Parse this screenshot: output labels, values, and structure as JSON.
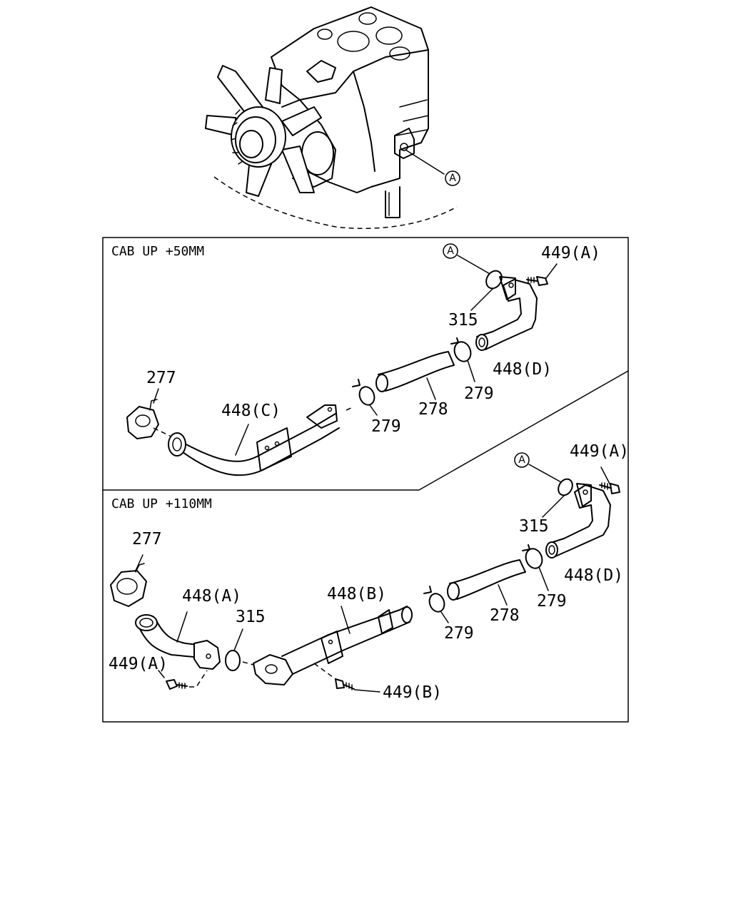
{
  "engine": {
    "ref_marker": "A"
  },
  "section_50": {
    "title": "CAB UP +50MM",
    "ref_marker": "A",
    "labels": {
      "p449a": "449(A)",
      "p315": "315",
      "p448d": "448(D)",
      "p279b": "279",
      "p278": "278",
      "p279a": "279",
      "p448c": "448(C)",
      "p277": "277"
    }
  },
  "section_110": {
    "title": "CAB UP +110MM",
    "ref_marker": "A",
    "labels": {
      "p449a_top": "449(A)",
      "p315_top": "315",
      "p448d": "448(D)",
      "p279b": "279",
      "p278": "278",
      "p279a": "279",
      "p448b": "448(B)",
      "p449b": "449(B)",
      "p315": "315",
      "p448a": "448(A)",
      "p277": "277",
      "p449a": "449(A)"
    }
  }
}
